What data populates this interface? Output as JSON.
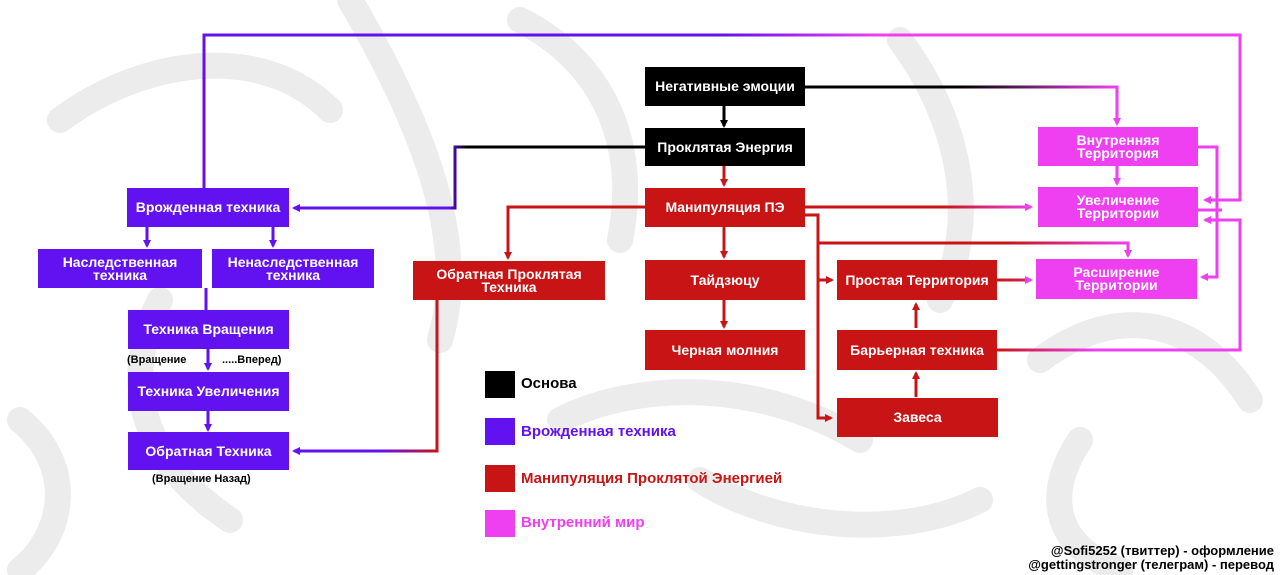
{
  "colors": {
    "base": "#000000",
    "innate": "#6211f0",
    "manipulation": "#c81414",
    "inner_world": "#ee3ff0"
  },
  "nodes": {
    "negative_emotions": "Негативные эмоции",
    "cursed_energy": "Проклятая Энергия",
    "innate_technique": "Врожденная техника",
    "inherited": "Наследственная техника",
    "non_inherited": "Ненаследственная техника",
    "rotation": "Техника Вращения",
    "magnification": "Техника Увеличения",
    "reverse": "Обратная Техника",
    "reverse_cursed": "Обратная Проклятая Техника",
    "ce_manipulation": "Манипуляция ПЭ",
    "taijutsu": "Тайдзюцу",
    "black_flash": "Черная молния",
    "inner_territory": "Внутренняя Территория",
    "domain_expansion": "Увеличение Территории",
    "simple_domain": "Простая Территория",
    "domain_extension": "Расширение Территории",
    "barrier": "Барьерная техника",
    "curtain": "Завеса"
  },
  "notes": {
    "rotation_left": "(Вращение",
    "rotation_right": ".....Вперед)",
    "reverse_note": "(Вращение Назад)"
  },
  "legend": {
    "base": "Основа",
    "innate": "Врожденная техника",
    "manipulation": "Манипуляция Проклятой Энергией",
    "inner_world": "Внутренний мир"
  },
  "credits": {
    "line1": "@Sofi5252 (твиттер) - оформление",
    "line2": "@gettingstronger (телеграм) - перевод"
  }
}
